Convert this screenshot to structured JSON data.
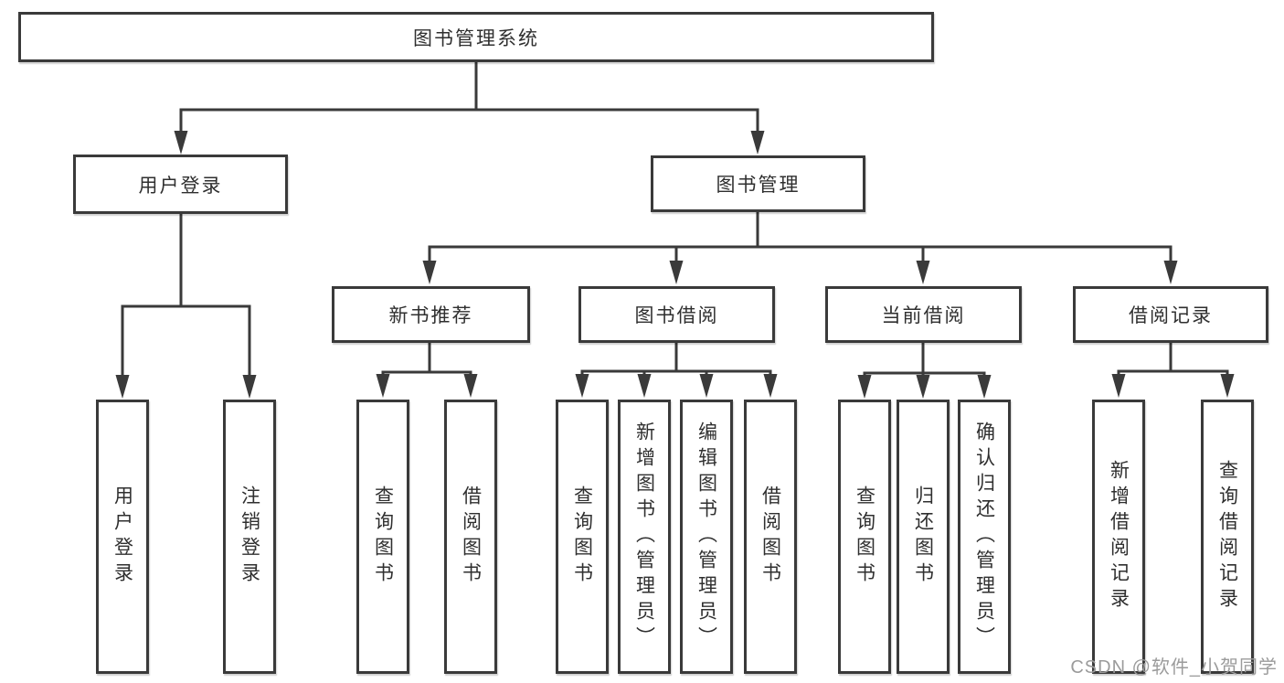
{
  "colors": {
    "line": "#3a3a3a",
    "box_border": "#3a3a3a",
    "text": "#2f2f2f",
    "watermark": "#9b9b9b",
    "background": "#ffffff"
  },
  "diagram": {
    "root": "图书管理系统",
    "user_login": {
      "label": "用户登录",
      "children": [
        "用户登录",
        "注销登录"
      ]
    },
    "book_mgmt": {
      "label": "图书管理",
      "sections": [
        {
          "label": "新书推荐",
          "children": [
            "查询图书",
            "借阅图书"
          ]
        },
        {
          "label": "图书借阅",
          "children": [
            "查询图书",
            "新增图书（管理员）",
            "编辑图书（管理员）",
            "借阅图书"
          ]
        },
        {
          "label": "当前借阅",
          "children": [
            "查询图书",
            "归还图书",
            "确认归还（管理员）"
          ]
        },
        {
          "label": "借阅记录",
          "children": [
            "新增借阅记录",
            "查询借阅记录"
          ]
        }
      ]
    }
  },
  "watermark": "CSDN @软件_小贺同学"
}
